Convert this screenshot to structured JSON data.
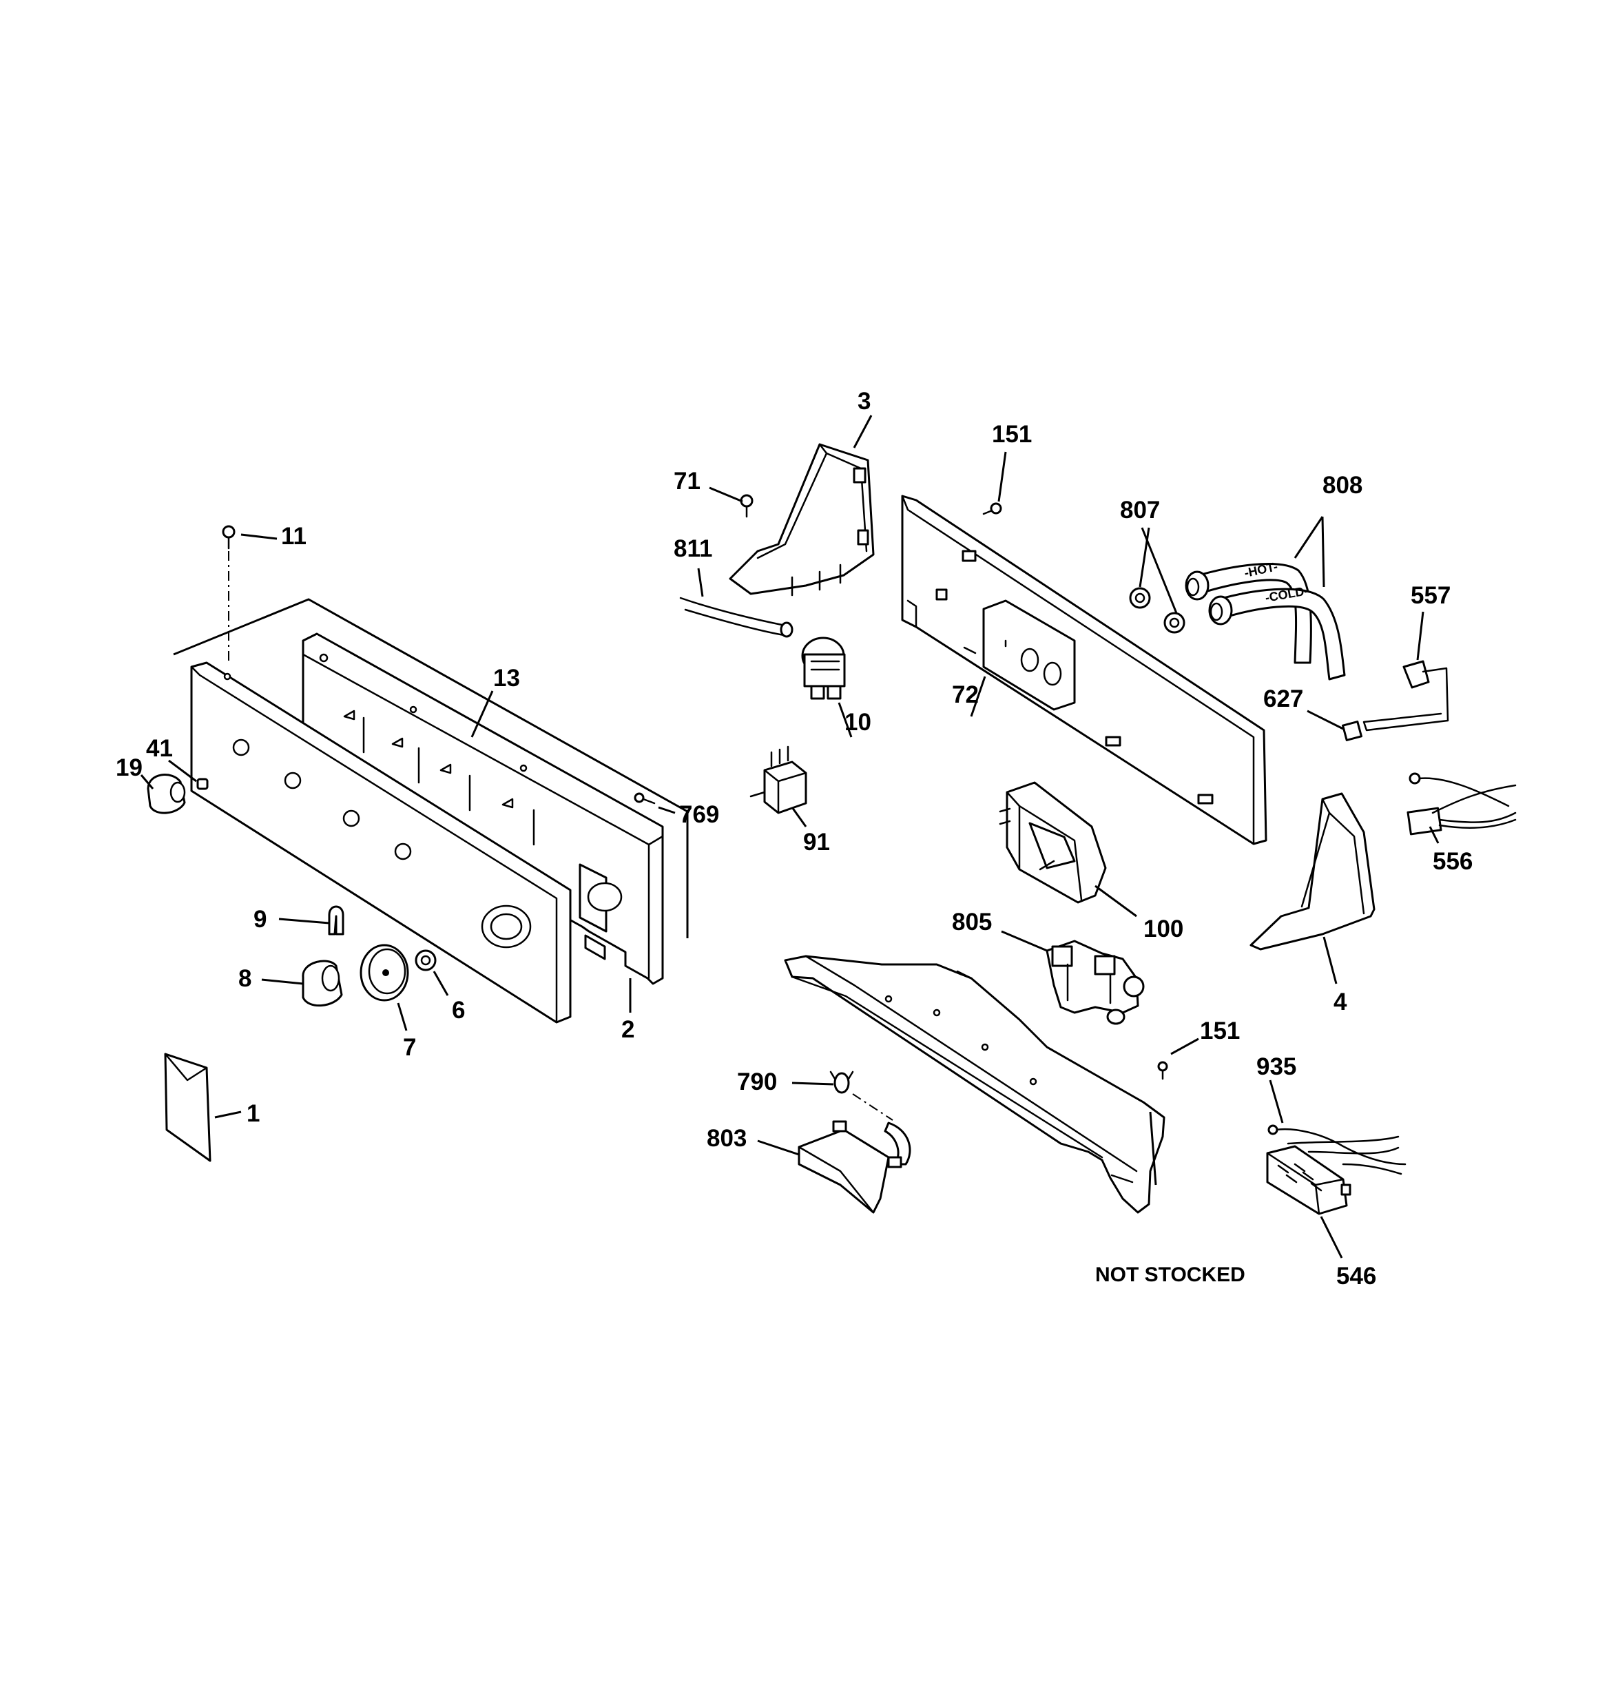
{
  "callouts": {
    "c1": "1",
    "c2": "2",
    "c3": "3",
    "c4": "4",
    "c6": "6",
    "c7": "7",
    "c8": "8",
    "c9": "9",
    "c10": "10",
    "c11": "11",
    "c13": "13",
    "c19": "19",
    "c41": "41",
    "c71": "71",
    "c72": "72",
    "c91": "91",
    "c100": "100",
    "c151a": "151",
    "c151b": "151",
    "c546": "546",
    "c556": "556",
    "c557": "557",
    "c627": "627",
    "c769": "769",
    "c790": "790",
    "c803": "803",
    "c805": "805",
    "c807": "807",
    "c808": "808",
    "c811": "811",
    "c935": "935"
  },
  "notes": {
    "not_stocked": "NOT STOCKED"
  },
  "hose_labels": {
    "hot": "-HOT-",
    "cold": "-COLD-"
  }
}
